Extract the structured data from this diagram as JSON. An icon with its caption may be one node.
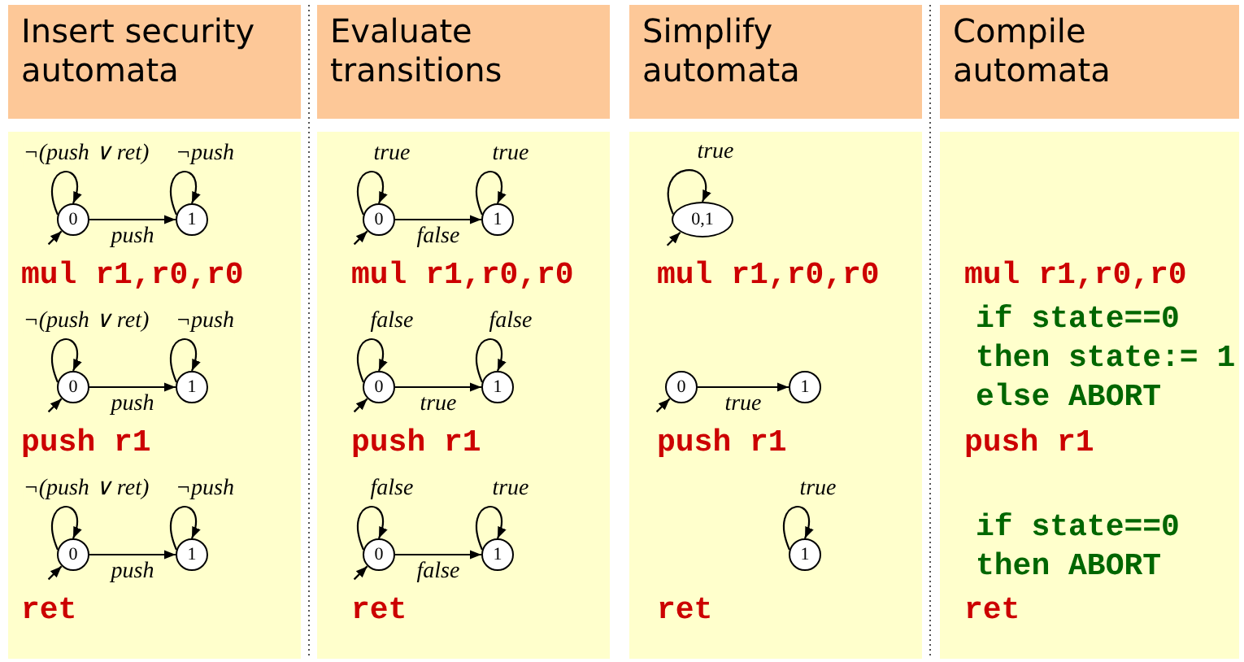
{
  "diagram": {
    "nodes": [
      {
        "text": [
          "Insert security automata"
        ]
      },
      {
        "text": [
          "0"
        ],
        "in": 0
      },
      {
        "text": [
          "1"
        ],
        "in": 0
      },
      {
        "text": [
          "0"
        ],
        "in": 0
      },
      {
        "text": [
          "1"
        ],
        "in": 0
      },
      {
        "text": [
          "0"
        ],
        "in": 0
      },
      {
        "text": [
          "1"
        ],
        "in": 0
      },
      {
        "text": [
          "Evaluate transitions"
        ]
      },
      {
        "text": [
          "0"
        ],
        "in": 7
      },
      {
        "text": [
          "1"
        ],
        "in": 7
      },
      {
        "text": [
          "0"
        ],
        "in": 7
      },
      {
        "text": [
          "1"
        ],
        "in": 7
      },
      {
        "text": [
          "0"
        ],
        "in": 7
      },
      {
        "text": [
          "1"
        ],
        "in": 7
      },
      {
        "text": [
          "Simplify automata"
        ]
      },
      {
        "text": [
          "0,1"
        ],
        "in": 14
      },
      {
        "text": [
          "0"
        ],
        "in": 14
      },
      {
        "text": [
          "1"
        ],
        "in": 14
      },
      {
        "text": [
          "1"
        ],
        "in": 14
      },
      {
        "text": [
          "Compile automata"
        ]
      }
    ],
    "edges": [
      {
        "from": null,
        "to": 1,
        "arrow": "to"
      },
      {
        "from": 1,
        "to": 1,
        "arrow": "to",
        "label": "¬(push ∨ ret)"
      },
      {
        "from": 2,
        "to": 2,
        "arrow": "to",
        "label": "¬push"
      },
      {
        "from": 1,
        "to": 2,
        "arrow": "to",
        "label": "push"
      },
      {
        "from": null,
        "to": 3,
        "arrow": "to"
      },
      {
        "from": 3,
        "to": 3,
        "arrow": "to",
        "label": "¬(push ∨ ret)"
      },
      {
        "from": 4,
        "to": 4,
        "arrow": "to",
        "label": "¬push"
      },
      {
        "from": 3,
        "to": 4,
        "arrow": "to",
        "label": "push"
      },
      {
        "from": null,
        "to": 5,
        "arrow": "to"
      },
      {
        "from": 5,
        "to": 5,
        "arrow": "to",
        "label": "¬(push ∨ ret)"
      },
      {
        "from": 6,
        "to": 6,
        "arrow": "to",
        "label": "¬push"
      },
      {
        "from": 5,
        "to": 6,
        "arrow": "to",
        "label": "push"
      },
      {
        "from": null,
        "to": 8,
        "arrow": "to"
      },
      {
        "from": 8,
        "to": 8,
        "arrow": "to",
        "label": "true"
      },
      {
        "from": 9,
        "to": 9,
        "arrow": "to",
        "label": "true"
      },
      {
        "from": 8,
        "to": 9,
        "arrow": "to",
        "label": "false"
      },
      {
        "from": null,
        "to": 10,
        "arrow": "to"
      },
      {
        "from": 10,
        "to": 10,
        "arrow": "to",
        "label": "false"
      },
      {
        "from": 11,
        "to": 11,
        "arrow": "to",
        "label": "false"
      },
      {
        "from": 10,
        "to": 11,
        "arrow": "to",
        "label": "true"
      },
      {
        "from": null,
        "to": 12,
        "arrow": "to"
      },
      {
        "from": 12,
        "to": 12,
        "arrow": "to",
        "label": "false"
      },
      {
        "from": 13,
        "to": 13,
        "arrow": "to",
        "label": "true"
      },
      {
        "from": 12,
        "to": 13,
        "arrow": "to",
        "label": "false"
      },
      {
        "from": null,
        "to": 15,
        "arrow": "to"
      },
      {
        "from": 15,
        "to": 15,
        "arrow": "to",
        "label": "true"
      },
      {
        "from": null,
        "to": 16,
        "arrow": "to"
      },
      {
        "from": 16,
        "to": 17,
        "arrow": "to",
        "label": "true"
      },
      {
        "from": 18,
        "to": 18,
        "arrow": "to",
        "label": "true"
      }
    ],
    "labels": [
      "mul r1,r0,r0",
      "push r1",
      "ret",
      "mul r1,r0,r0",
      "push r1",
      "ret",
      "mul r1,r0,r0",
      "push r1",
      "ret",
      "mul r1,r0,r0",
      "if state==0",
      "then state:= 1",
      "else ABORT",
      "push r1",
      "if state==0",
      "then ABORT",
      "ret"
    ]
  }
}
